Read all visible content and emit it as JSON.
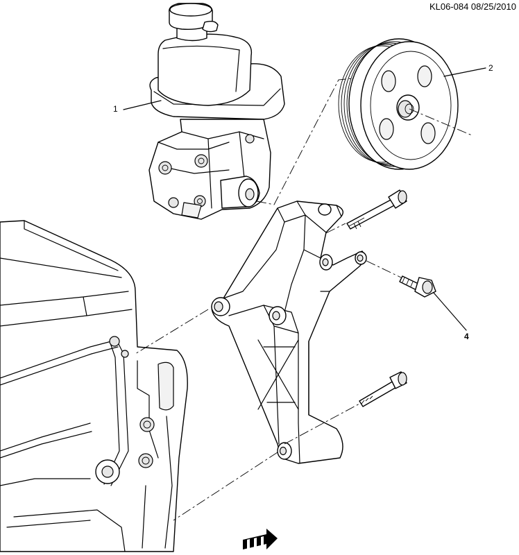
{
  "reference_id": "KL06-084 08/25/2010",
  "callouts": {
    "c1": "1",
    "c2": "2",
    "c4": "4"
  },
  "parts": {
    "engine": "engine-block",
    "reservoir": "power-steering-reservoir",
    "pump": "power-steering-pump",
    "pulley": "power-steering-pump-pulley",
    "bracket": "power-steering-pump-bracket",
    "bolts": "bracket-bolts",
    "front_arrow": "front-direction-arrow-icon"
  }
}
